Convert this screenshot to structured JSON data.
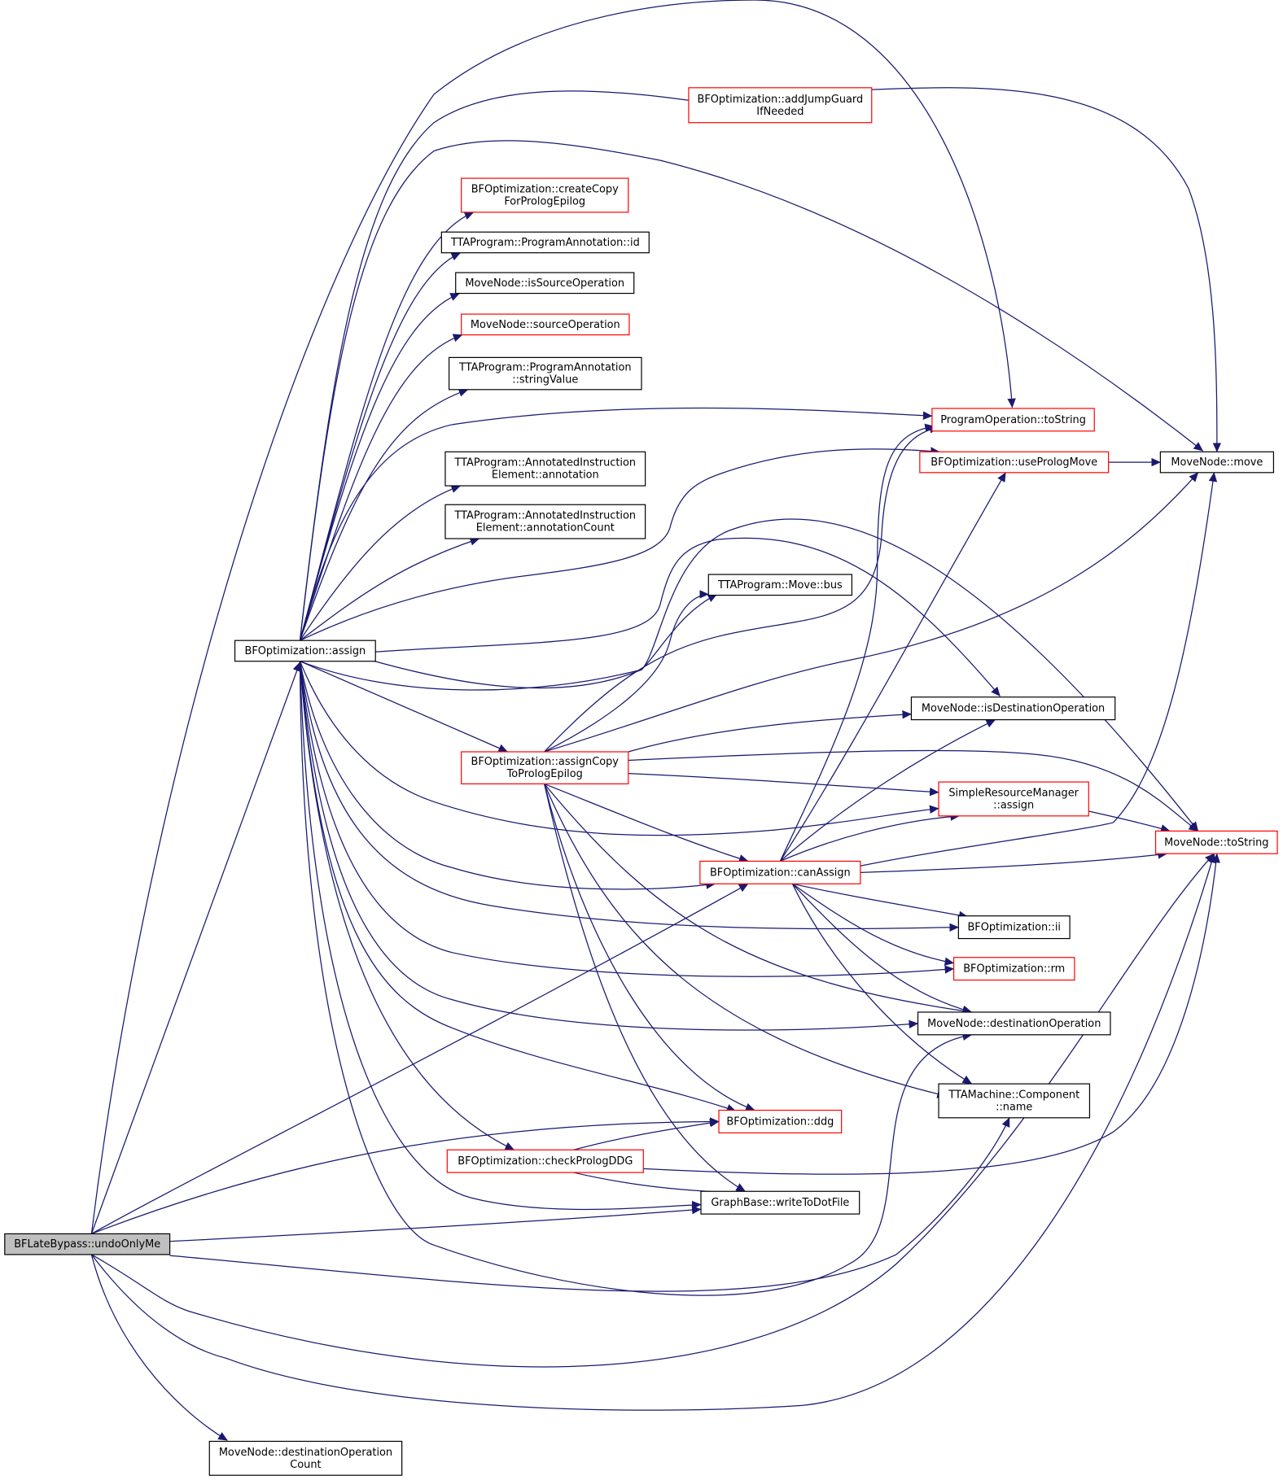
{
  "colors": {
    "edge": "#191970",
    "border_normal": "#000000",
    "border_highlight": "#ff0000",
    "fill_root": "#bfbfbf",
    "fill_node": "#ffffff"
  },
  "nodes": [
    {
      "id": "undoOnlyMe",
      "lines": [
        "BFLateBypass::undoOnlyMe"
      ],
      "style": "root"
    },
    {
      "id": "assign",
      "lines": [
        "BFOptimization::assign"
      ],
      "style": "normal"
    },
    {
      "id": "addJumpGuard",
      "lines": [
        "BFOptimization::addJumpGuard",
        "IfNeeded"
      ],
      "style": "red"
    },
    {
      "id": "createCopy",
      "lines": [
        "BFOptimization::createCopy",
        "ForPrologEpilog"
      ],
      "style": "red"
    },
    {
      "id": "annId",
      "lines": [
        "TTAProgram::ProgramAnnotation::id"
      ],
      "style": "normal"
    },
    {
      "id": "isSourceOp",
      "lines": [
        "MoveNode::isSourceOperation"
      ],
      "style": "normal"
    },
    {
      "id": "sourceOp",
      "lines": [
        "MoveNode::sourceOperation"
      ],
      "style": "red"
    },
    {
      "id": "stringValue",
      "lines": [
        "TTAProgram::ProgramAnnotation",
        "::stringValue"
      ],
      "style": "normal"
    },
    {
      "id": "poToString",
      "lines": [
        "ProgramOperation::toString"
      ],
      "style": "red"
    },
    {
      "id": "useProlog",
      "lines": [
        "BFOptimization::usePrologMove"
      ],
      "style": "red"
    },
    {
      "id": "mnMove",
      "lines": [
        "MoveNode::move"
      ],
      "style": "normal"
    },
    {
      "id": "annotation",
      "lines": [
        "TTAProgram::AnnotatedInstruction",
        "Element::annotation"
      ],
      "style": "normal"
    },
    {
      "id": "annotationCount",
      "lines": [
        "TTAProgram::AnnotatedInstruction",
        "Element::annotationCount"
      ],
      "style": "normal"
    },
    {
      "id": "moveBus",
      "lines": [
        "TTAProgram::Move::bus"
      ],
      "style": "normal"
    },
    {
      "id": "isDestOp",
      "lines": [
        "MoveNode::isDestinationOperation"
      ],
      "style": "normal"
    },
    {
      "id": "assignCopy",
      "lines": [
        "BFOptimization::assignCopy",
        "ToPrologEpilog"
      ],
      "style": "red"
    },
    {
      "id": "srmAssign",
      "lines": [
        "SimpleResourceManager",
        "::assign"
      ],
      "style": "red"
    },
    {
      "id": "mnToString",
      "lines": [
        "MoveNode::toString"
      ],
      "style": "red"
    },
    {
      "id": "canAssign",
      "lines": [
        "BFOptimization::canAssign"
      ],
      "style": "red"
    },
    {
      "id": "ii",
      "lines": [
        "BFOptimization::ii"
      ],
      "style": "normal"
    },
    {
      "id": "rm",
      "lines": [
        "BFOptimization::rm"
      ],
      "style": "red"
    },
    {
      "id": "destOp",
      "lines": [
        "MoveNode::destinationOperation"
      ],
      "style": "normal"
    },
    {
      "id": "compName",
      "lines": [
        "TTAMachine::Component",
        "::name"
      ],
      "style": "normal"
    },
    {
      "id": "ddg",
      "lines": [
        "BFOptimization::ddg"
      ],
      "style": "red"
    },
    {
      "id": "checkProlog",
      "lines": [
        "BFOptimization::checkPrologDDG"
      ],
      "style": "red"
    },
    {
      "id": "writeDot",
      "lines": [
        "GraphBase::writeToDotFile"
      ],
      "style": "normal"
    },
    {
      "id": "destOpCount",
      "lines": [
        "MoveNode::destinationOperation",
        "Count"
      ],
      "style": "normal"
    }
  ]
}
